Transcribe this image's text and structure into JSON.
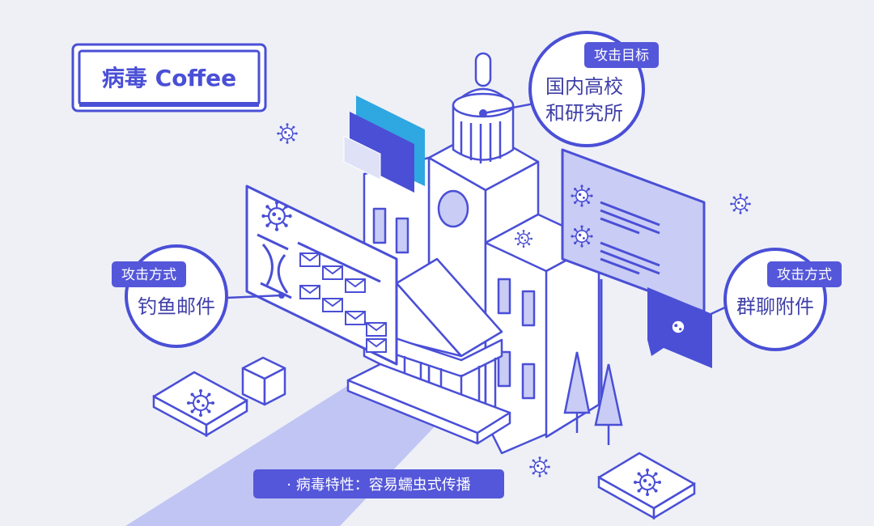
{
  "title_badge": {
    "text": "病毒 Coffee"
  },
  "callout_target": {
    "tag": "攻击目标",
    "line1": "国内高校",
    "line2": "和研究所"
  },
  "callout_left": {
    "tag": "攻击方式",
    "text": "钓鱼邮件"
  },
  "callout_right": {
    "tag": "攻击方式",
    "text": "群聊附件"
  },
  "footer_note": {
    "text": "· 病毒特性：容易蠕虫式传播"
  },
  "colors": {
    "background": "#eef0f6",
    "stroke": "#4a4fd6",
    "accent": "#5457d9",
    "light_fill": "#c9ccf5",
    "cyan": "#2fa7e0",
    "white": "#ffffff"
  }
}
